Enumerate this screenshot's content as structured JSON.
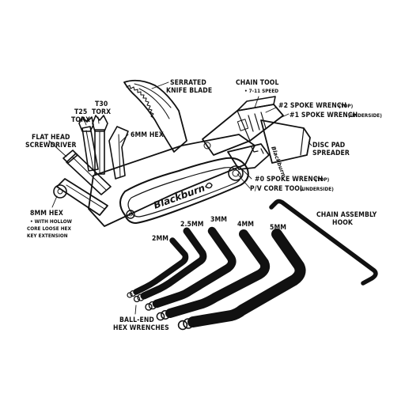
{
  "brand": "Blackburn",
  "labels": {
    "serrated_knife": [
      "SERRATED",
      "KNIFE BLADE"
    ],
    "chain_tool": "CHAIN TOOL",
    "chain_tool_sub": "• 7-11 SPEED",
    "t25_torx": [
      "T25",
      "TORX"
    ],
    "t30_torx": [
      "T30",
      "TORX"
    ],
    "spoke_wrench_2": "#2 SPOKE WRENCH",
    "spoke_wrench_2_sub": "(TOP)",
    "spoke_wrench_1": "#1 SPOKE WRENCH",
    "spoke_wrench_1_sub": "(UNDERSIDE)",
    "flat_head": [
      "FLAT HEAD",
      "SCREWDRIVER"
    ],
    "hex_6mm": "6MM HEX",
    "disc_pad": [
      "DISC PAD",
      "SPREADER"
    ],
    "spoke_wrench_0": "#0 SPOKE WRENCH",
    "spoke_wrench_0_sub": "(TOP)",
    "pv_core": "P/V CORE TOOL",
    "pv_core_sub": "(UNDERSIDE)",
    "hex_8mm": "8MM HEX",
    "hex_8mm_sub": [
      "• WITH HOLLOW",
      "CORE LOOSE HEX",
      "KEY EXTENSION"
    ],
    "chain_hook": [
      "CHAIN ASSEMBLY",
      "HOOK"
    ],
    "hex_2mm": "2MM",
    "hex_25mm": "2.5MM",
    "hex_3mm": "3MM",
    "hex_4mm": "4MM",
    "hex_5mm": "5MM",
    "ball_end": [
      "BALL-END",
      "HEX WRENCHES"
    ]
  }
}
